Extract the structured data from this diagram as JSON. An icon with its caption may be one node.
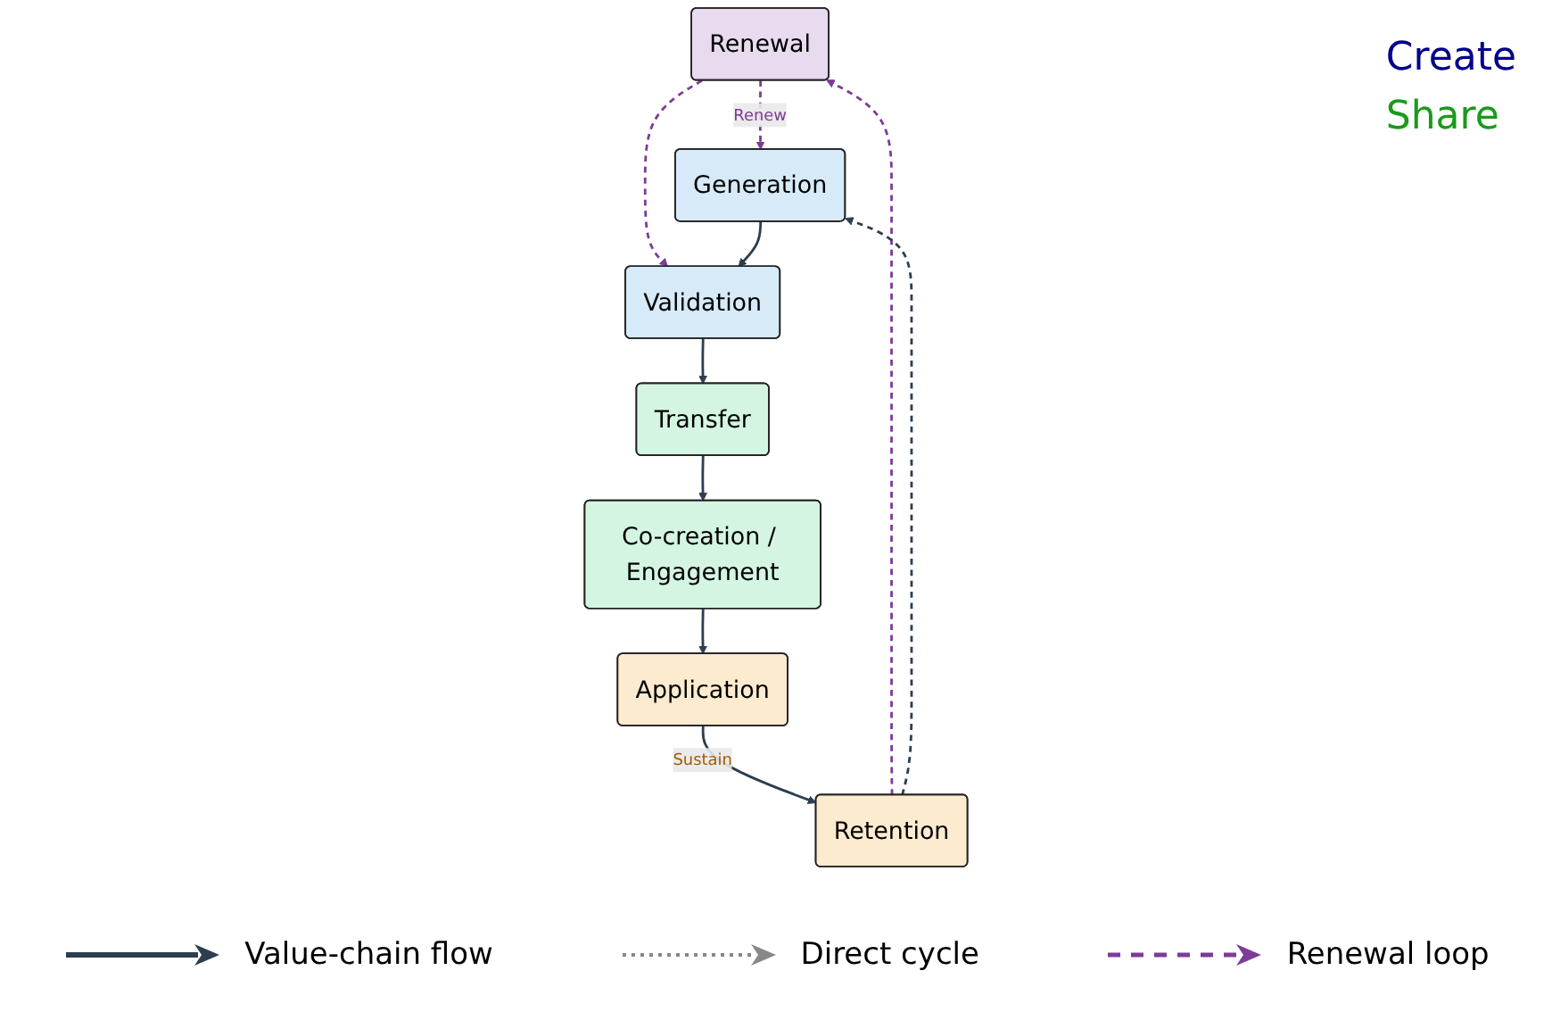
{
  "diagram": {
    "nodes": [
      {
        "text": [
          "Renewal"
        ]
      },
      {
        "text": [
          "Retention"
        ]
      },
      {
        "text": [
          "Generation"
        ]
      },
      {
        "text": [
          "Validation"
        ]
      },
      {
        "text": [
          "Application"
        ]
      },
      {
        "text": [
          "Co-creation / Engagement"
        ]
      },
      {
        "text": [
          "Transfer"
        ]
      }
    ],
    "edges": [
      {
        "from": 1,
        "to": 0,
        "arrow": "to",
        "style": "dashed",
        "color": "#7d3c98"
      },
      {
        "from": 0,
        "to": 2,
        "arrow": "to",
        "style": "dashed",
        "color": "#7d3c98",
        "label": "Renew"
      },
      {
        "from": 0,
        "to": 3,
        "arrow": "to",
        "style": "dashed",
        "color": "#7d3c98"
      },
      {
        "from": 1,
        "to": 2,
        "arrow": "to",
        "style": "dashed"
      },
      {
        "from": 2,
        "to": 3,
        "arrow": "to"
      },
      {
        "from": 3,
        "to": 6,
        "arrow": "to"
      },
      {
        "from": 6,
        "to": 5,
        "arrow": "to"
      },
      {
        "from": 5,
        "to": 4,
        "arrow": "to"
      },
      {
        "from": 4,
        "to": 1,
        "arrow": "to",
        "label": "Sustain"
      }
    ],
    "labels": [
      "Create",
      "Share"
    ],
    "legend": [
      {
        "text": "Value-chain flow"
      },
      {
        "text": "Direct cycle"
      },
      {
        "text": "Renewal loop"
      }
    ]
  }
}
